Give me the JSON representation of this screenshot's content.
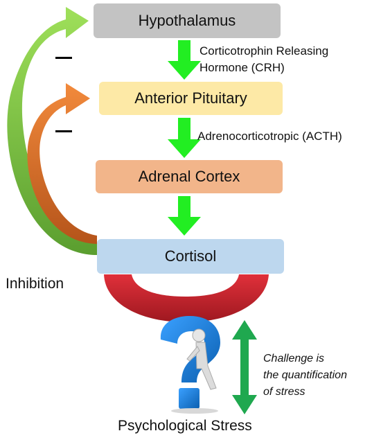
{
  "boxes": {
    "hypothalamus": "Hypothalamus",
    "anterior_pituitary": "Anterior Pituitary",
    "adrenal_cortex": "Adrenal Cortex",
    "cortisol": "Cortisol"
  },
  "labels": {
    "crh_line1": "Corticotrophin Releasing",
    "crh_line2": "Hormone (CRH)",
    "acth": "Adrenocorticotropic (ACTH)",
    "inhibition": "Inhibition",
    "challenge_line1": "Challenge is",
    "challenge_line2": "the quantification",
    "challenge_line3": "of stress",
    "psychological_stress": "Psychological Stress"
  },
  "inhibition_signs": [
    "−",
    "−"
  ],
  "colors": {
    "hypothalamus": "#c3c3c3",
    "anterior_pituitary": "#fde9a6",
    "adrenal_cortex": "#f2b58a",
    "cortisol": "#bdd7ee",
    "down_arrows": "#22ee22",
    "feedback_outer": "#7ac143",
    "feedback_inner": "#e8742c",
    "magnet": "#c8202a",
    "stress_arrow": "#1fa84f",
    "question_mark": "#1a7fd4"
  }
}
